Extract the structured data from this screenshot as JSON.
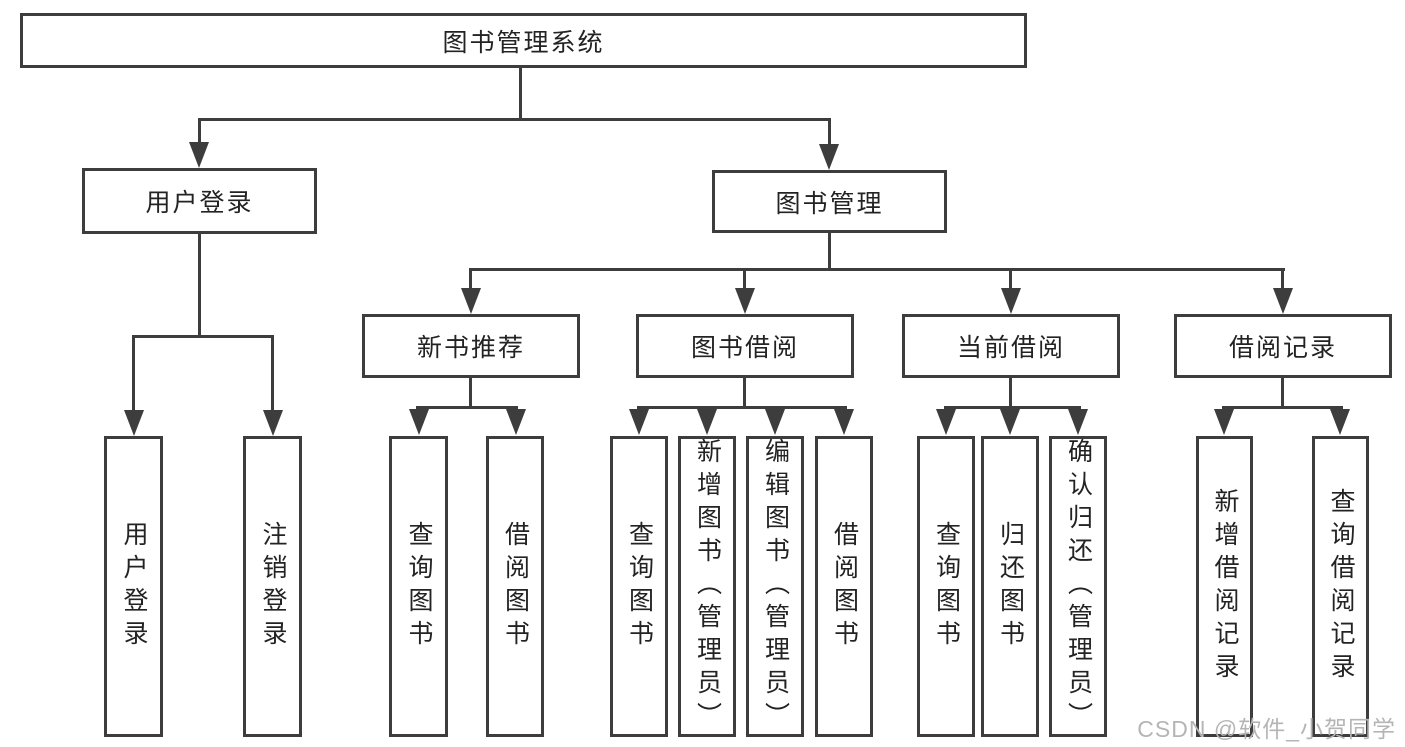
{
  "diagram": {
    "root": {
      "label": "图书管理系统"
    },
    "branches": [
      {
        "label": "用户登录",
        "children": [
          {
            "label": "用户登录"
          },
          {
            "label": "注销登录"
          }
        ]
      },
      {
        "label": "图书管理",
        "sections": [
          {
            "label": "新书推荐",
            "children": [
              {
                "label": "查询图书"
              },
              {
                "label": "借阅图书"
              }
            ]
          },
          {
            "label": "图书借阅",
            "children": [
              {
                "label": "查询图书"
              },
              {
                "label": "新增图书（管理员）"
              },
              {
                "label": "编辑图书（管理员）"
              },
              {
                "label": "借阅图书"
              }
            ]
          },
          {
            "label": "当前借阅",
            "children": [
              {
                "label": "查询图书"
              },
              {
                "label": "归还图书"
              },
              {
                "label": "确认归还（管理员）"
              }
            ]
          },
          {
            "label": "借阅记录",
            "children": [
              {
                "label": "新增借阅记录"
              },
              {
                "label": "查询借阅记录"
              }
            ]
          }
        ]
      }
    ]
  },
  "watermark": {
    "text": "CSDN @软件_小贺同学"
  },
  "colors": {
    "line": "#3d3d3d",
    "text": "#232323",
    "background": "#ffffff",
    "watermark": "#b5b5b5"
  }
}
